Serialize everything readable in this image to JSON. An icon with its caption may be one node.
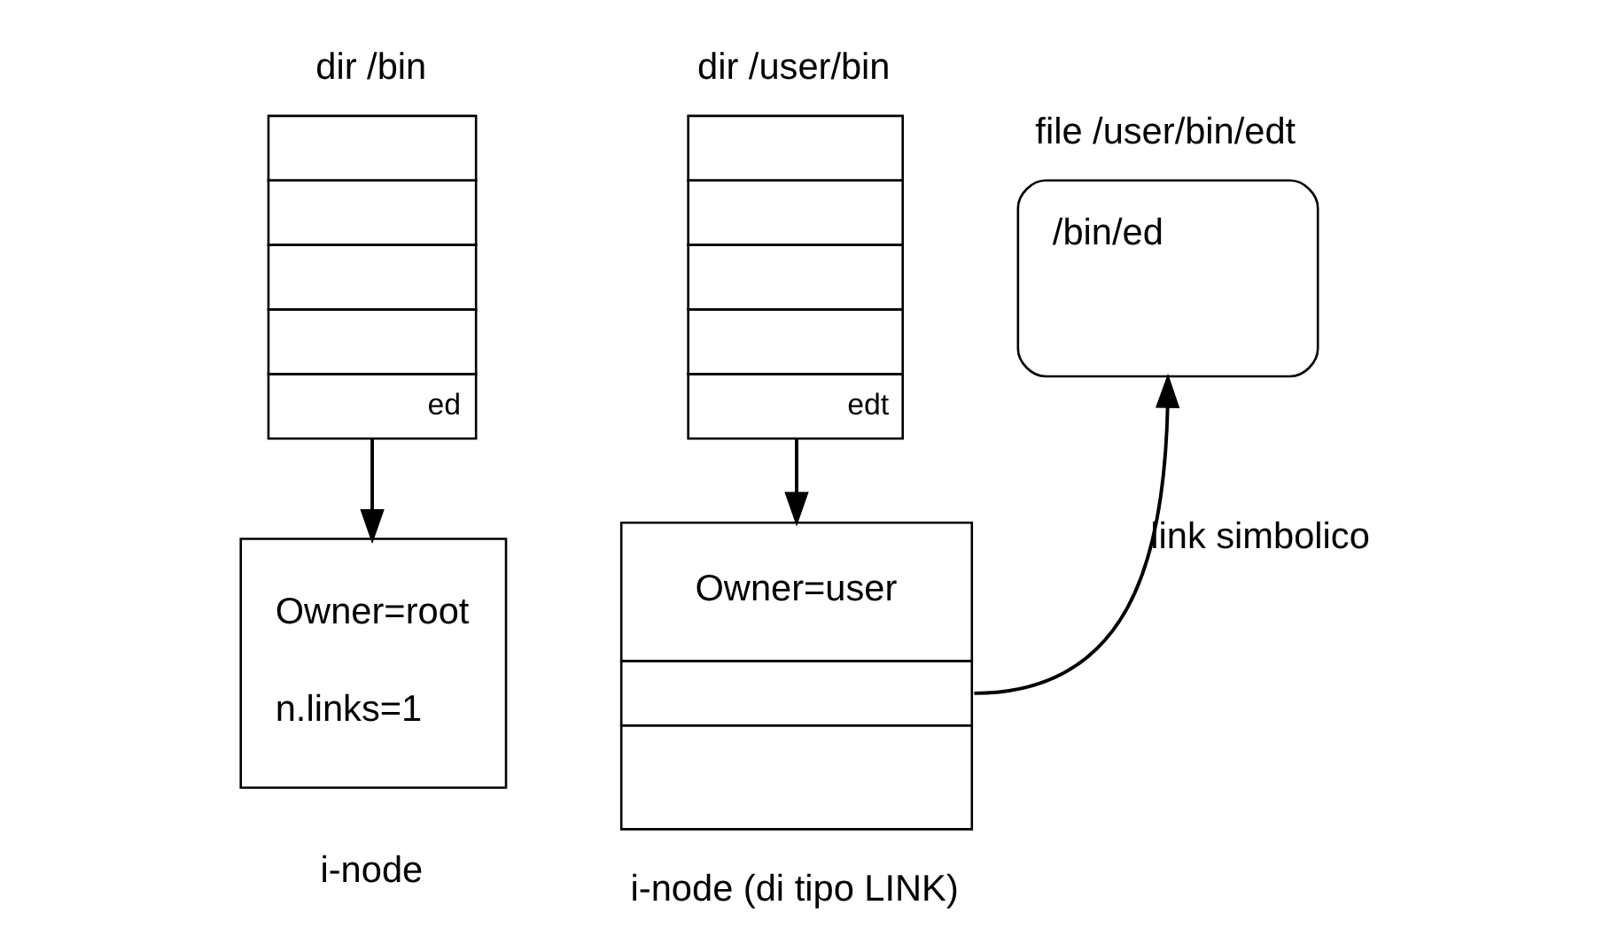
{
  "diagram": {
    "nodes": [
      {
        "text": [
          "dir /bin",
          "ed"
        ]
      },
      {
        "text": [
          "dir /user/bin",
          "edt"
        ]
      },
      {
        "text": [
          "Owner=root",
          "n.links=1"
        ],
        "beside": [
          "i-node"
        ]
      },
      {
        "text": [
          "Owner=user"
        ],
        "beside": [
          "i-node (di tipo LINK)"
        ]
      },
      {
        "text": [
          "/bin/ed"
        ],
        "beside": [
          "file /user/bin/edt"
        ]
      }
    ],
    "edges": [
      {
        "from": 0,
        "to": 2,
        "arrow": "to"
      },
      {
        "from": 1,
        "to": 3,
        "arrow": "to"
      },
      {
        "from": 3,
        "to": 4,
        "arrow": "to",
        "label": "link simbolico"
      }
    ]
  }
}
